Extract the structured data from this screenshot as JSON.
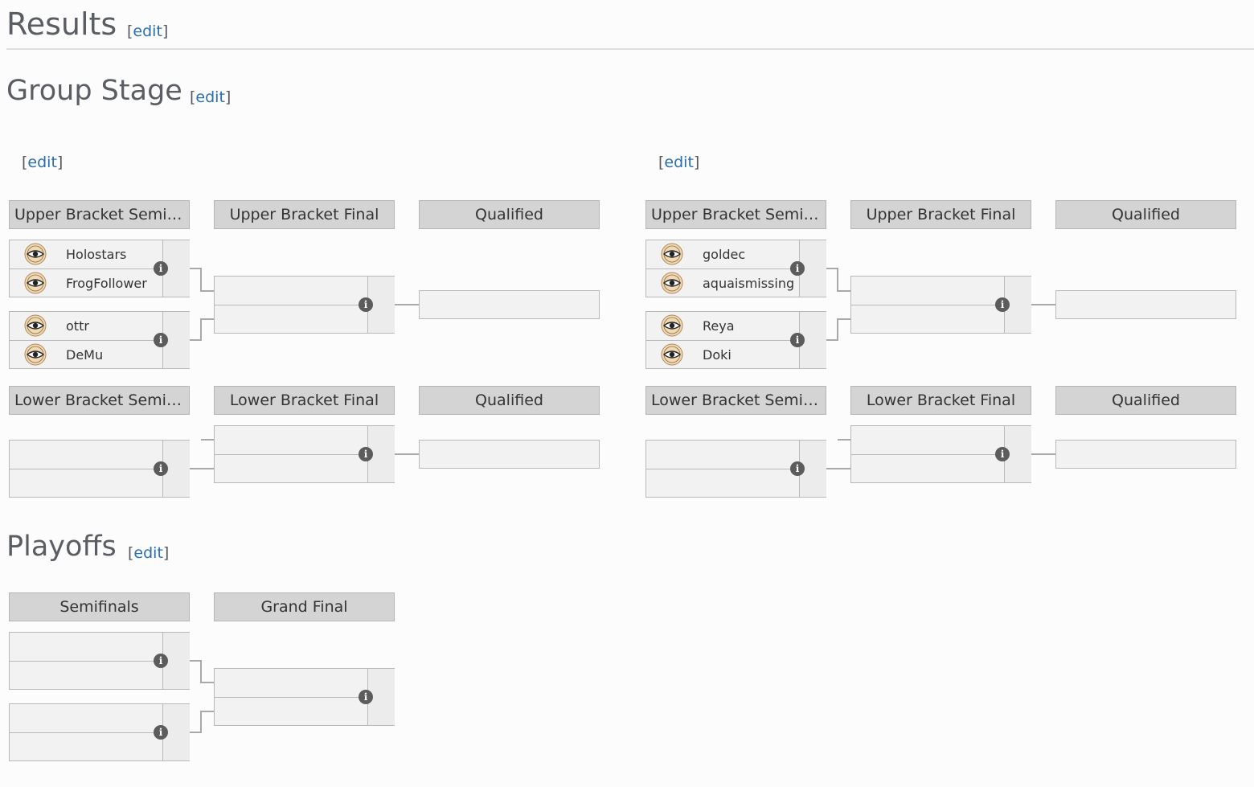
{
  "results": {
    "title": "Results",
    "edit_label": "edit"
  },
  "group_stage": {
    "title": "Group Stage",
    "edit_label": "edit",
    "groups": [
      {
        "edit_label": "edit",
        "headers": {
          "ub_semis": "Upper Bracket Semifi...",
          "ub_final": "Upper Bracket Final",
          "qualified_upper": "Qualified",
          "lb_semis": "Lower Bracket Semifi...",
          "lb_final": "Lower Bracket Final",
          "qualified_lower": "Qualified"
        },
        "ub_semi_1": {
          "team1": "Holostars",
          "team2": "FrogFollower"
        },
        "ub_semi_2": {
          "team1": "ottr",
          "team2": "DeMu"
        }
      },
      {
        "edit_label": "edit",
        "headers": {
          "ub_semis": "Upper Bracket Semifi...",
          "ub_final": "Upper Bracket Final",
          "qualified_upper": "Qualified",
          "lb_semis": "Lower Bracket Semifi...",
          "lb_final": "Lower Bracket Final",
          "qualified_lower": "Qualified"
        },
        "ub_semi_1": {
          "team1": "goldec",
          "team2": "aquaismissing"
        },
        "ub_semi_2": {
          "team1": "Reya",
          "team2": "Doki"
        }
      }
    ]
  },
  "playoffs": {
    "title": "Playoffs",
    "edit_label": "edit",
    "headers": {
      "semifinals": "Semifinals",
      "grand_final": "Grand Final"
    }
  },
  "icons": {
    "match_info": "info-icon",
    "team_logo": "eye-logo-icon"
  }
}
